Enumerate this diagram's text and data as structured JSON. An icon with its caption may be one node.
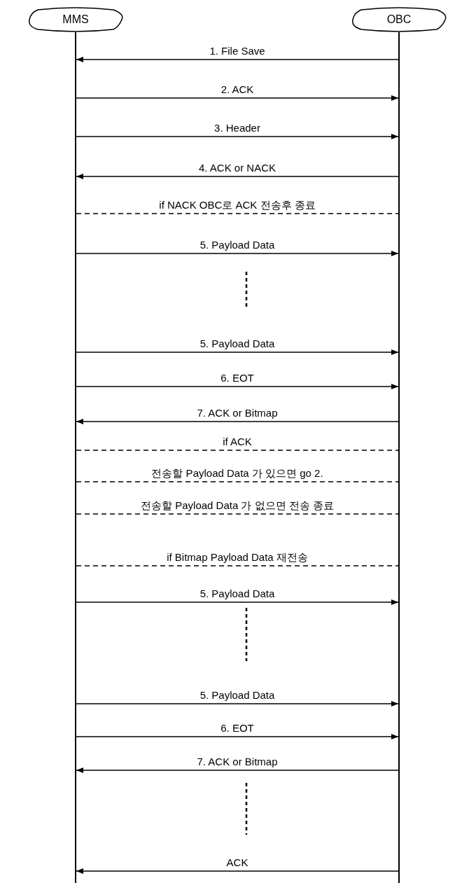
{
  "diagram": {
    "nodes": [
      {
        "text": [
          "MMS"
        ]
      },
      {
        "text": [
          "OBC"
        ]
      }
    ],
    "edges": [
      {
        "from": 1,
        "to": 0,
        "arrow": "to",
        "label": "1. File Save"
      },
      {
        "from": 0,
        "to": 1,
        "arrow": "to",
        "label": "2. ACK"
      },
      {
        "from": 0,
        "to": 1,
        "arrow": "to",
        "label": "3. Header"
      },
      {
        "from": 1,
        "to": 0,
        "arrow": "to",
        "label": "4. ACK or NACK"
      },
      {
        "from": 0,
        "to": 1,
        "arrow": "none",
        "style": "dashed",
        "label": "if NACK OBC로 ACK 전송후 종료"
      },
      {
        "from": 0,
        "to": 1,
        "arrow": "to",
        "label": "5. Payload Data"
      },
      {
        "from": 0,
        "to": 1,
        "arrow": "to",
        "label": "5. Payload Data"
      },
      {
        "from": 0,
        "to": 1,
        "arrow": "to",
        "label": "6. EOT"
      },
      {
        "from": 1,
        "to": 0,
        "arrow": "to",
        "label": "7. ACK or Bitmap"
      },
      {
        "from": 0,
        "to": 1,
        "arrow": "none",
        "style": "dashed",
        "label": "if ACK"
      },
      {
        "from": 0,
        "to": 1,
        "arrow": "none",
        "style": "dashed",
        "label": "전송할 Payload Data 가 있으면 go 2."
      },
      {
        "from": 0,
        "to": 1,
        "arrow": "none",
        "style": "dashed",
        "label": "전송할 Payload Data 가 없으면 전송 종료"
      },
      {
        "from": 0,
        "to": 1,
        "arrow": "none",
        "style": "dashed",
        "label": "if Bitmap Payload Data 재전송"
      },
      {
        "from": 0,
        "to": 1,
        "arrow": "to",
        "label": "5. Payload Data"
      },
      {
        "from": 0,
        "to": 1,
        "arrow": "to",
        "label": "5. Payload Data"
      },
      {
        "from": 0,
        "to": 1,
        "arrow": "to",
        "label": "6. EOT"
      },
      {
        "from": 1,
        "to": 0,
        "arrow": "to",
        "label": "7. ACK or Bitmap"
      },
      {
        "from": 1,
        "to": 0,
        "arrow": "to",
        "label": "ACK"
      }
    ]
  }
}
